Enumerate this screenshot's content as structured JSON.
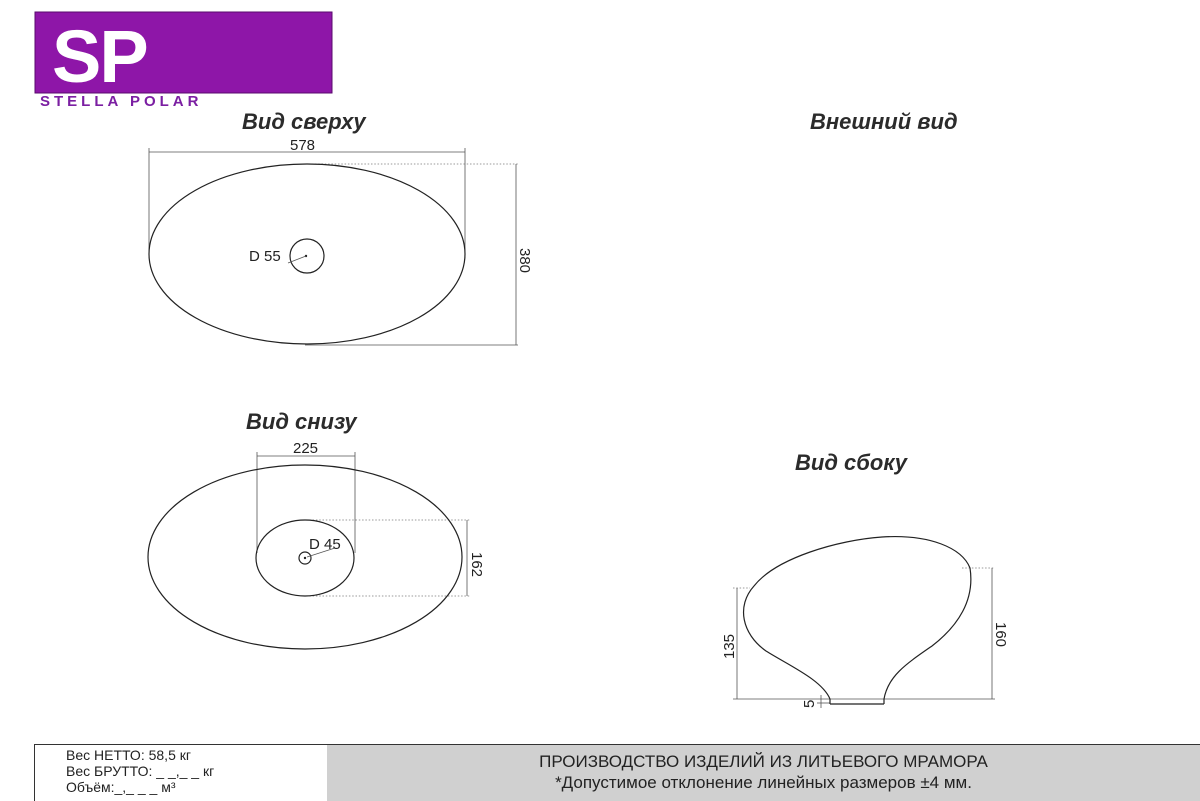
{
  "logo": {
    "letters": "SP",
    "brand": "STELLA POLAR",
    "background": "#8e16a8"
  },
  "views": {
    "top": {
      "title": "Вид сверху",
      "width_label": "578",
      "depth_label": "380",
      "drain_label": "D 55"
    },
    "exterior": {
      "title": "Внешний вид"
    },
    "bottom": {
      "title": "Вид снизу",
      "base_width_label": "225",
      "base_depth_label": "162",
      "drain_label": "D 45"
    },
    "side": {
      "title": "Вид сбоку",
      "height_label": "160",
      "bowl_height_label": "135",
      "base_label": "5"
    }
  },
  "specs": {
    "net_weight": "Вес НЕТТО: 58,5 кг",
    "gross_weight": "Вес БРУТТО: _ _,_ _ кг",
    "volume": "Объём:_,_ _ _ м³"
  },
  "banner": {
    "line1": "ПРОИЗВОДСТВО ИЗДЕЛИЙ ИЗ ЛИТЬЕВОГО МРАМОРА",
    "line2": "*Допустимое отклонение линейных размеров ±4 мм."
  }
}
